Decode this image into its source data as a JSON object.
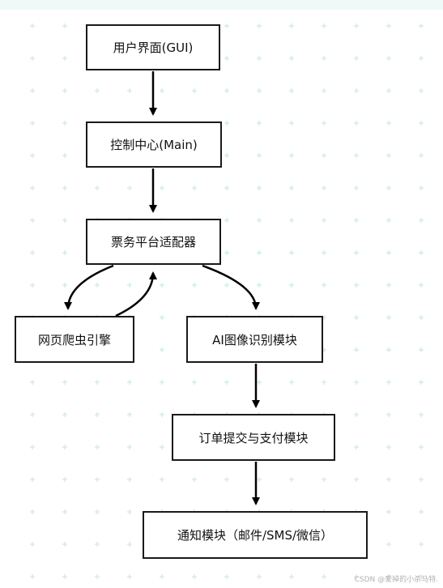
{
  "nodes": {
    "gui": "用户界面(GUI)",
    "main": "控制中心(Main)",
    "adapter": "票务平台适配器",
    "crawler": "网页爬虫引擎",
    "ai": "AI图像识别模块",
    "order": "订单提交与支付模块",
    "notify": "通知模块（邮件/SMS/微信）"
  },
  "edges": [
    {
      "from": "gui",
      "to": "main"
    },
    {
      "from": "main",
      "to": "adapter"
    },
    {
      "from": "adapter",
      "to": "crawler"
    },
    {
      "from": "crawler",
      "to": "adapter"
    },
    {
      "from": "adapter",
      "to": "ai"
    },
    {
      "from": "ai",
      "to": "order"
    },
    {
      "from": "order",
      "to": "notify"
    }
  ],
  "watermark": "CSDN @爱掉的小杀马特.",
  "colors": {
    "background": "#ffffff",
    "grid_marker": "#d6ecec",
    "stroke": "#000000"
  }
}
